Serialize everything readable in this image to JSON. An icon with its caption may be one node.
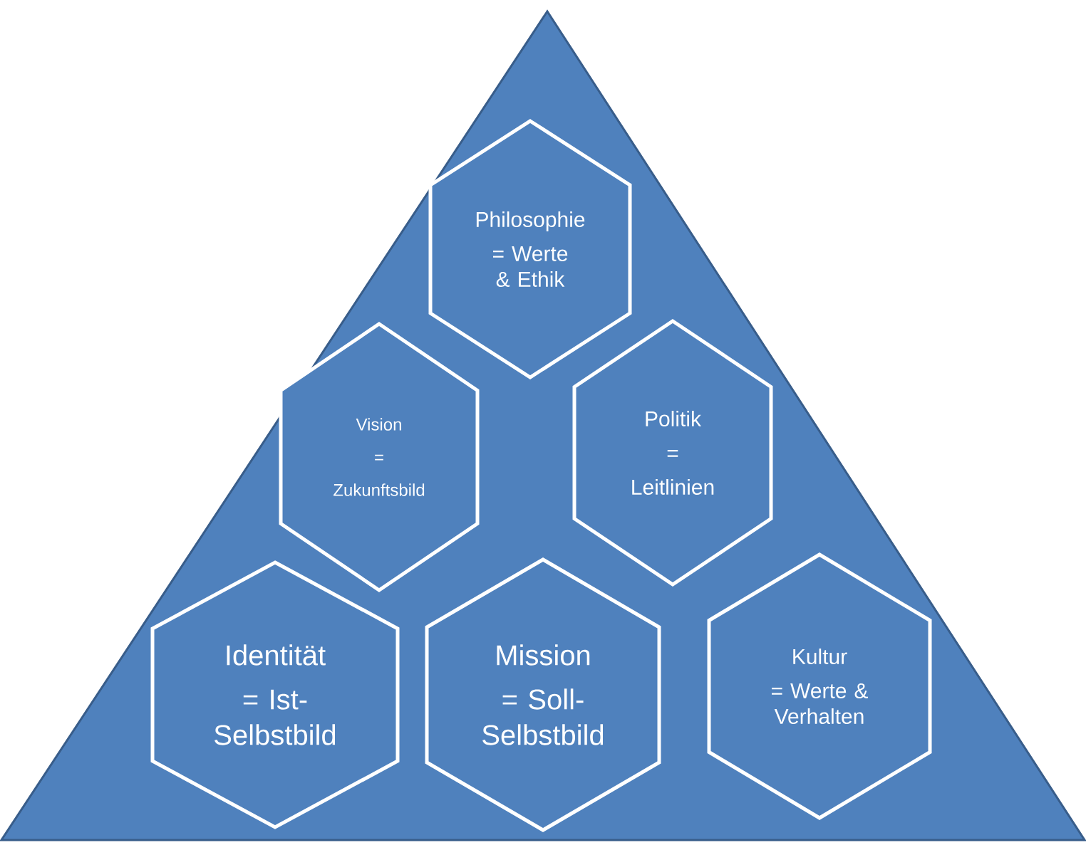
{
  "diagram": {
    "nodes": [
      {
        "text": [
          "Philosophie",
          "= Werte & Ethik"
        ]
      },
      {
        "text": [
          "Vision",
          "=",
          "Zukunftsbild"
        ]
      },
      {
        "text": [
          "Politik",
          "=",
          "Leitlinien"
        ]
      },
      {
        "text": [
          "Identität",
          "= Ist-Selbstbild"
        ]
      },
      {
        "text": [
          "Mission",
          "= Soll-Selbstbild"
        ]
      },
      {
        "text": [
          "Kultur",
          "= Werte & Verhalten"
        ]
      }
    ]
  }
}
